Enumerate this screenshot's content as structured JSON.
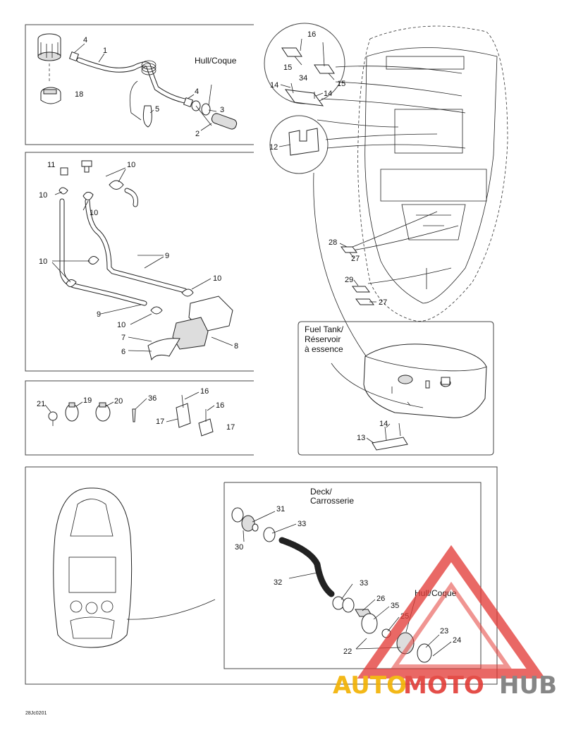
{
  "section_top_left": {
    "labels": [
      "4",
      "1",
      "Hull/Coque",
      "18",
      "4",
      "5",
      "3",
      "2"
    ]
  },
  "section_hoses": {
    "labels": [
      "11",
      "10",
      "10",
      "10",
      "9",
      "10",
      "9",
      "10",
      "7",
      "6",
      "8",
      "10",
      "10"
    ]
  },
  "section_small_parts": {
    "labels": [
      "21",
      "19",
      "20",
      "36",
      "16",
      "16",
      "17",
      "17"
    ]
  },
  "section_top_right": {
    "labels": [
      "16",
      "15",
      "15",
      "34",
      "14",
      "14",
      "12",
      "28",
      "27",
      "29",
      "27"
    ]
  },
  "fuel_tank": {
    "title_line1": "Fuel Tank/",
    "title_line2": "Réservoir",
    "title_line3": "à essence",
    "labels": [
      "14",
      "13"
    ]
  },
  "section_bottom": {
    "deck_line1": "Deck/",
    "deck_line2": "Carrosserie",
    "hull": "Hull/Coque",
    "labels": [
      "31",
      "33",
      "30",
      "32",
      "33",
      "26",
      "35",
      "25",
      "22",
      "23",
      "24"
    ]
  },
  "figure_code": "28Jc0201",
  "watermark": {
    "text_auto": "AUTO",
    "text_moto": "MOTO",
    "text_hub": "HUB",
    "color_auto": "#f2b100",
    "color_moto": "#e23b36",
    "color_hub": "#7a7a7a"
  }
}
